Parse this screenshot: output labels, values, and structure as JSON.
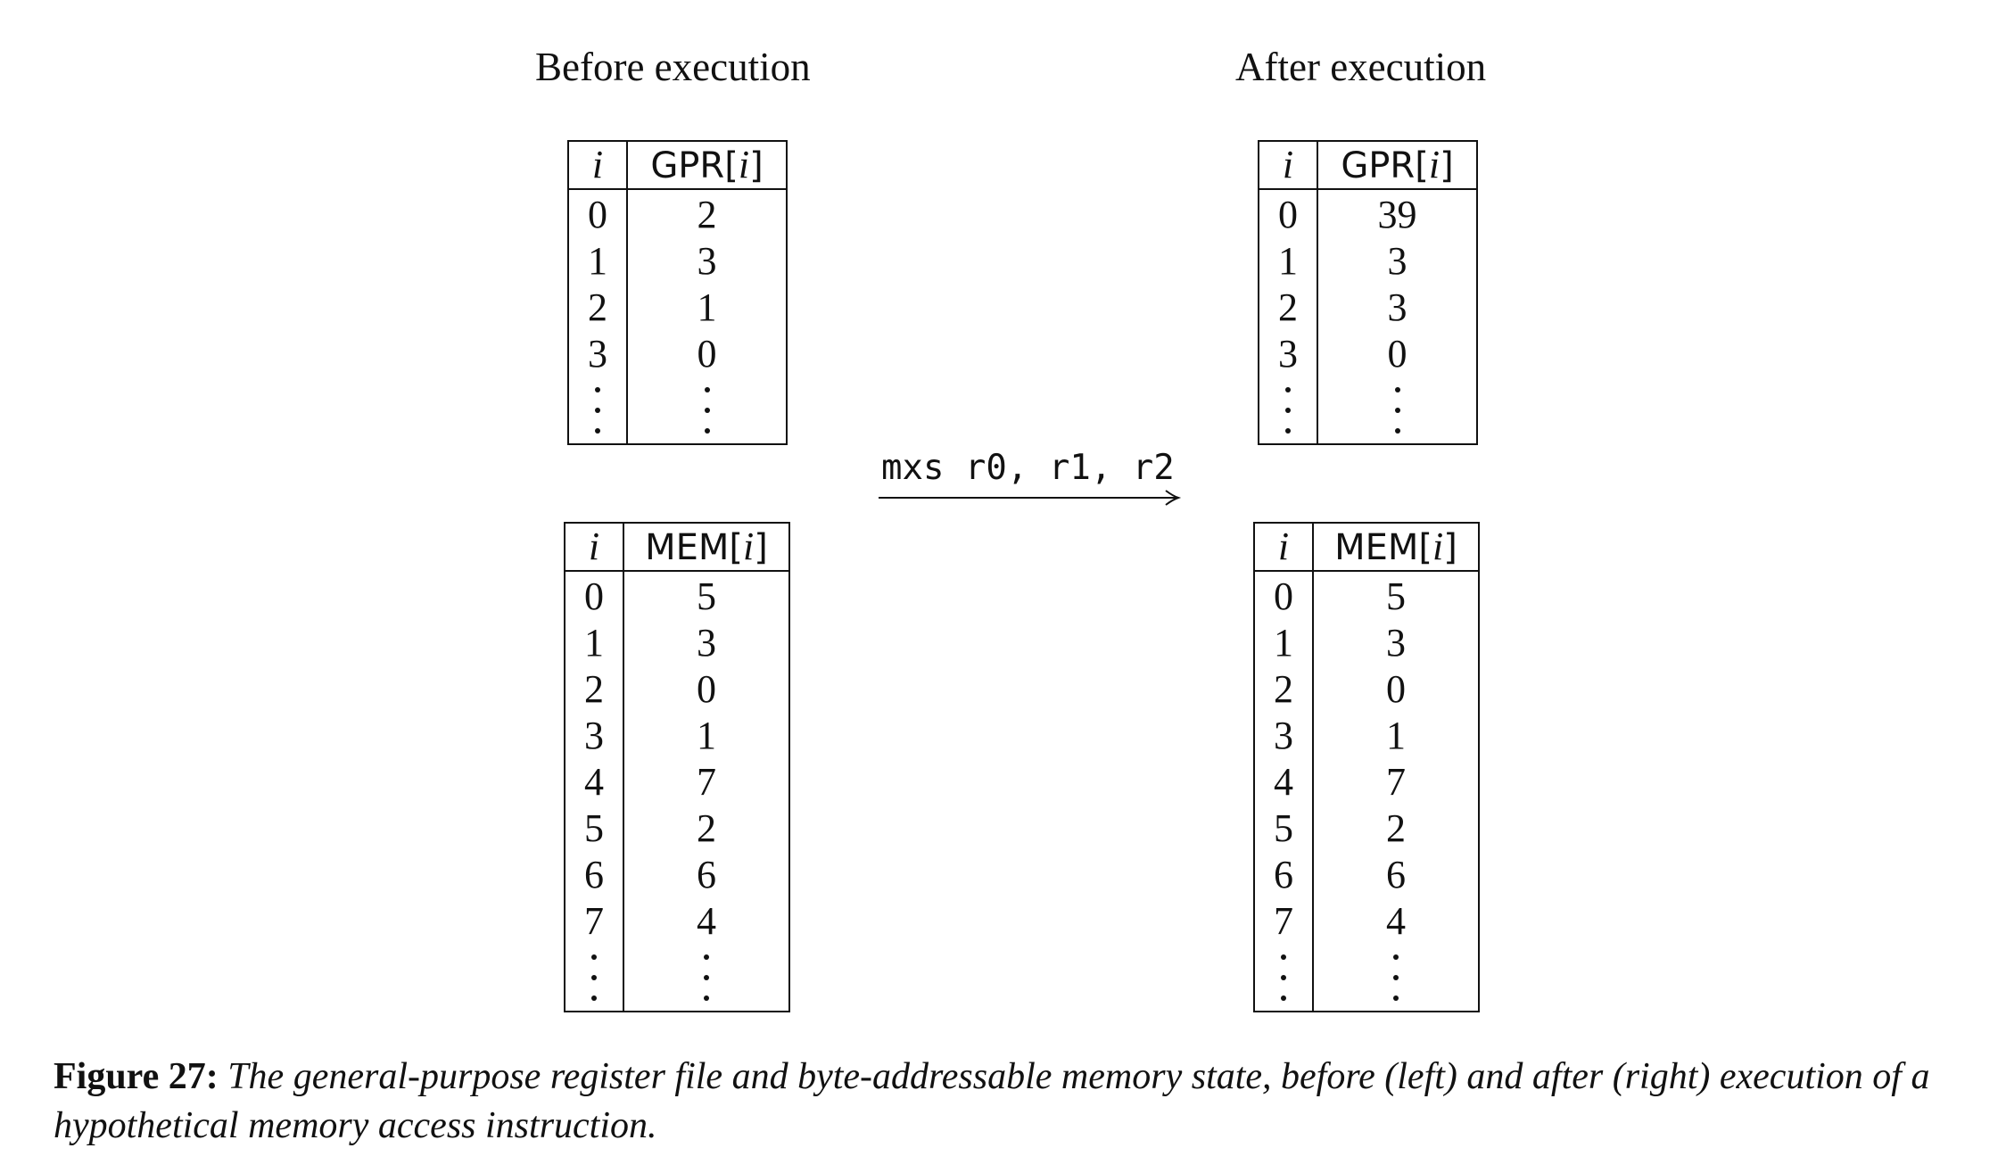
{
  "headings": {
    "before": "Before execution",
    "after": "After execution"
  },
  "instruction": "mxs r0, r1, r2",
  "ellipsis": "⋮",
  "before": {
    "gpr": {
      "header_index": "i",
      "header_name": "GPR[",
      "header_sub": "i",
      "header_close": "]",
      "rows": [
        {
          "i": "0",
          "v": "2"
        },
        {
          "i": "1",
          "v": "3"
        },
        {
          "i": "2",
          "v": "1"
        },
        {
          "i": "3",
          "v": "0"
        }
      ]
    },
    "mem": {
      "header_index": "i",
      "header_name": "MEM[",
      "header_sub": "i",
      "header_close": "]",
      "rows": [
        {
          "i": "0",
          "v": "5"
        },
        {
          "i": "1",
          "v": "3"
        },
        {
          "i": "2",
          "v": "0"
        },
        {
          "i": "3",
          "v": "1"
        },
        {
          "i": "4",
          "v": "7"
        },
        {
          "i": "5",
          "v": "2"
        },
        {
          "i": "6",
          "v": "6"
        },
        {
          "i": "7",
          "v": "4"
        }
      ]
    }
  },
  "after": {
    "gpr": {
      "header_index": "i",
      "header_name": "GPR[",
      "header_sub": "i",
      "header_close": "]",
      "rows": [
        {
          "i": "0",
          "v": "39"
        },
        {
          "i": "1",
          "v": "3"
        },
        {
          "i": "2",
          "v": "3"
        },
        {
          "i": "3",
          "v": "0"
        }
      ]
    },
    "mem": {
      "header_index": "i",
      "header_name": "MEM[",
      "header_sub": "i",
      "header_close": "]",
      "rows": [
        {
          "i": "0",
          "v": "5"
        },
        {
          "i": "1",
          "v": "3"
        },
        {
          "i": "2",
          "v": "0"
        },
        {
          "i": "3",
          "v": "1"
        },
        {
          "i": "4",
          "v": "7"
        },
        {
          "i": "5",
          "v": "2"
        },
        {
          "i": "6",
          "v": "6"
        },
        {
          "i": "7",
          "v": "4"
        }
      ]
    }
  },
  "caption": {
    "label": "Figure 27:",
    "text": "The general-purpose register file and byte-addressable memory state, before (left) and after (right) execution of a hypothetical memory access instruction."
  }
}
